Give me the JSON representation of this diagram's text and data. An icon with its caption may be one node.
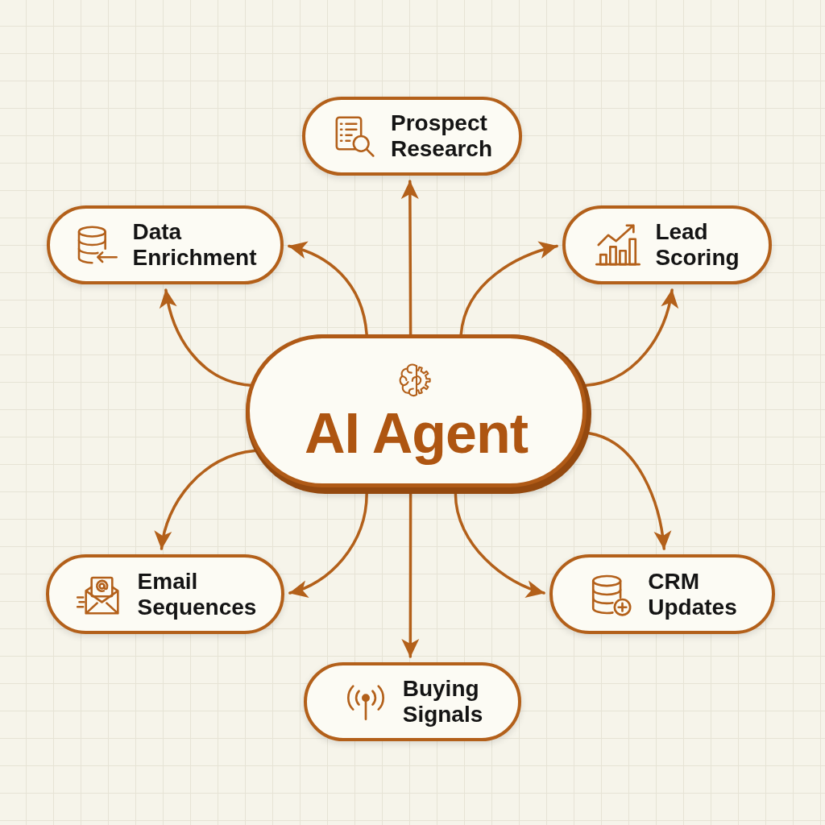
{
  "diagram": {
    "nodes": [
      {
        "text": [
          "Prospect Research"
        ]
      },
      {
        "text": [
          "Data Enrichment"
        ]
      },
      {
        "text": [
          "Lead Scoring"
        ]
      },
      {
        "text": [
          "AI Agent"
        ]
      },
      {
        "text": [
          "Email Sequences"
        ]
      },
      {
        "text": [
          "CRM Updates"
        ]
      },
      {
        "text": [
          "Buying Signals"
        ]
      }
    ],
    "edges": [
      {
        "from": 3,
        "to": 0,
        "arrow": "to"
      },
      {
        "from": 3,
        "to": 1,
        "arrow": "to"
      },
      {
        "from": 3,
        "to": 1,
        "arrow": "to"
      },
      {
        "from": 3,
        "to": 2,
        "arrow": "to"
      },
      {
        "from": 3,
        "to": 2,
        "arrow": "to"
      },
      {
        "from": 3,
        "to": 4,
        "arrow": "to"
      },
      {
        "from": 3,
        "to": 4,
        "arrow": "to"
      },
      {
        "from": 3,
        "to": 6,
        "arrow": "to"
      },
      {
        "from": 3,
        "to": 5,
        "arrow": "to"
      },
      {
        "from": 3,
        "to": 5,
        "arrow": "to"
      }
    ]
  }
}
